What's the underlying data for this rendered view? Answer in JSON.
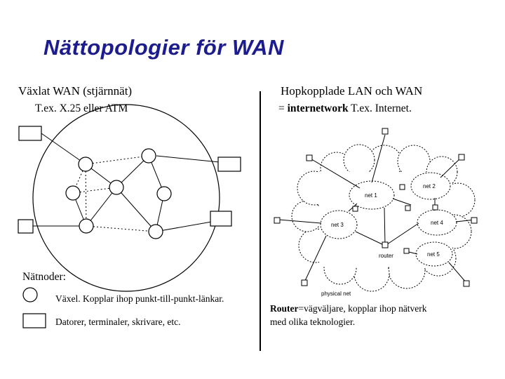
{
  "title": "Nättopologier för WAN",
  "left": {
    "heading": "Växlat WAN (stjärnnät)",
    "subheading": "T.ex. X.25 eller ATM"
  },
  "right": {
    "heading": "Hopkopplade LAN och WAN",
    "subheading_prefix": "= ",
    "subheading_bold": "internetwork",
    "subheading_suffix": " T.ex. Internet."
  },
  "legend": {
    "title": "Nätnoder:",
    "switch_term": "Växel",
    "switch_desc": ". Kopplar ihop punkt-till-punkt-länkar.",
    "computer_desc": "Datorer, terminaler, skrivare, etc."
  },
  "router_note": {
    "term": "Router",
    "line1_rest": "=vägväljare, kopplar ihop nätverk",
    "line2": "med olika teknologier."
  },
  "network_labels": {
    "net1": "net 1",
    "net2": "net 2",
    "net3": "net 3",
    "net4": "net 4",
    "net5": "net 5",
    "router": "router",
    "physical": "physical net"
  }
}
